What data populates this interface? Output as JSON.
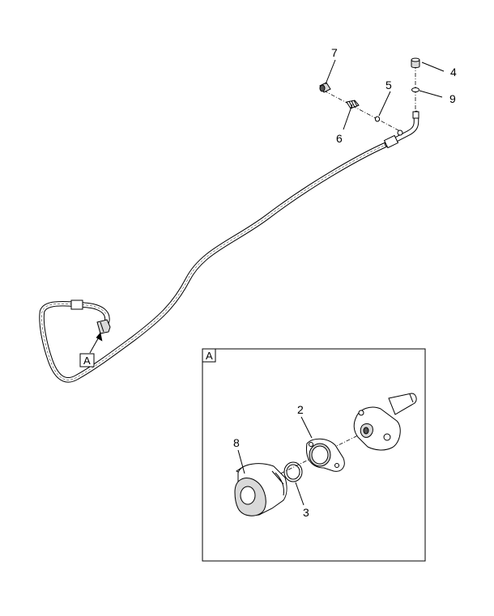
{
  "view_label": "A",
  "callouts": {
    "c1": "2",
    "c2": "3",
    "c3": "4",
    "c4": "5",
    "c5": "6",
    "c6": "7",
    "c7": "8",
    "c8": "9"
  }
}
